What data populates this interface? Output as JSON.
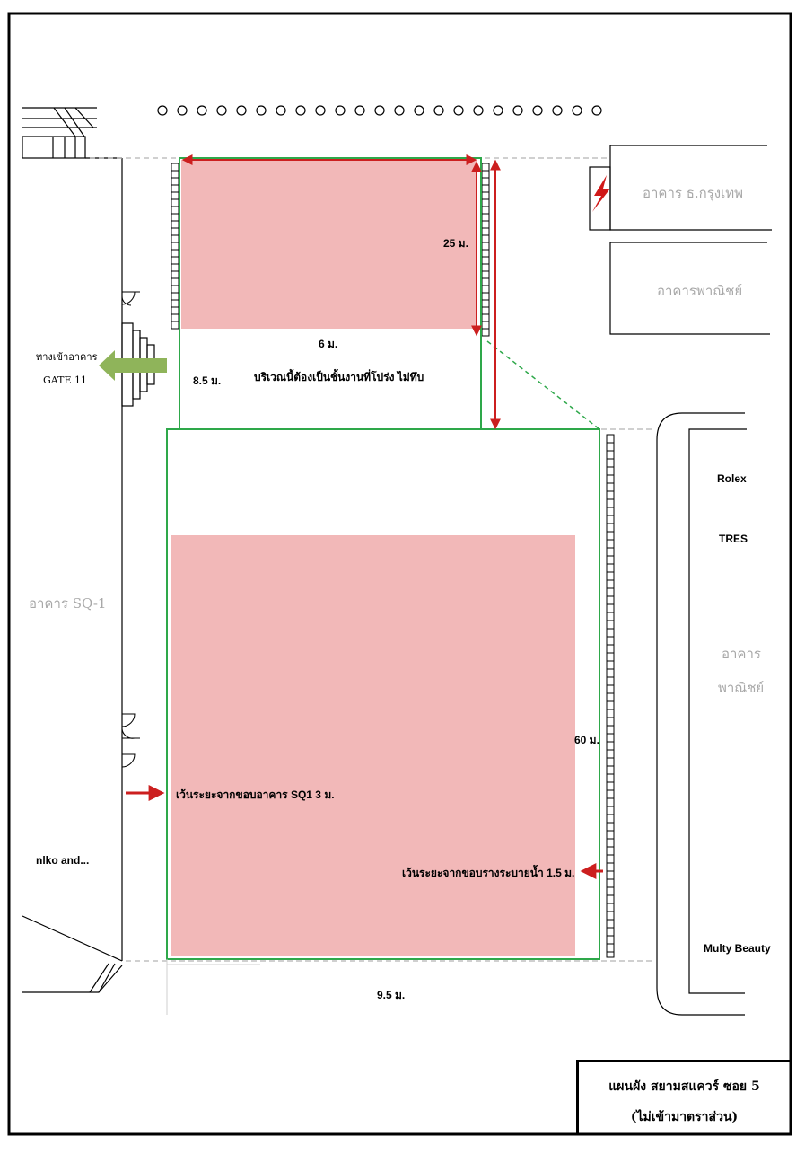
{
  "labels": {
    "dim_25": "25 ม.",
    "dim_6": "6 ม.",
    "dim_8_5": "8.5 ม.",
    "dim_60": "60 ม.",
    "dim_9_5": "9.5 ม.",
    "transparent_note": "บริเวณนี้ต้องเป็นชั้นงานที่โปร่ง ไม่ทึบ",
    "setback_sq1": "เว้นระยะจากขอบอาคาร SQ1 3 ม.",
    "setback_drain": "เว้นระยะจากขอบรางระบายน้ำ 1.5 ม.",
    "entrance": "ทางเข้าอาคาร",
    "gate": "GATE 11",
    "bangkok_bank": "อาคาร ธ.กรุงเทพ",
    "commercial_top": "อาคารพาณิชย์",
    "sq1": "อาคาร SQ-1",
    "rolex": "Rolex",
    "tres": "TRES",
    "commercial_right_1": "อาคาร",
    "commercial_right_2": "พาณิชย์",
    "niko": "nlko and...",
    "multy": "Multy Beauty",
    "title_1": "แผนผัง สยามสแควร์ ซอย 5",
    "title_2": "(ไม่เข้ามาตราส่วน)"
  },
  "colors": {
    "zone_fill": "#f2b8b8",
    "boundary_green": "#2ea84a",
    "arrow_red": "#cc1f1f",
    "gate_arrow": "#8fb45a",
    "building_text": "#a8a8a8"
  },
  "icons": {
    "electric": "lightning-icon",
    "entrance_arrow": "arrow-left-icon",
    "red_arrow": "arrow-right-icon"
  }
}
